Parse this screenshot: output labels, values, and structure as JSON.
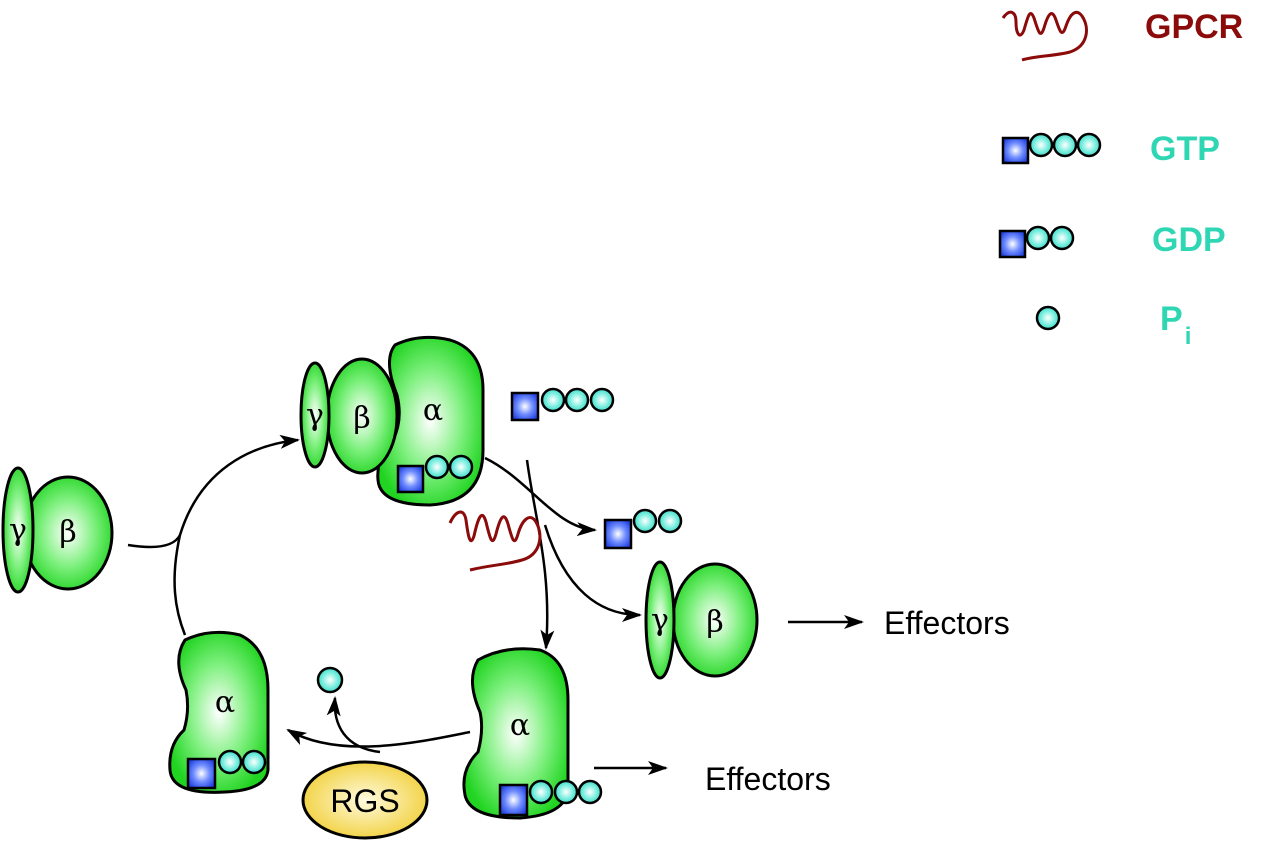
{
  "legend": {
    "gpcr": "GPCR",
    "gtp": "GTP",
    "gdp": "GDP",
    "pi_main": "P",
    "pi_sub": "i"
  },
  "subunits": {
    "alpha": "α",
    "beta": "β",
    "gamma": "γ"
  },
  "labels": {
    "effectors_beta_gamma": "Effectors",
    "effectors_alpha": "Effectors",
    "rgs": "RGS"
  },
  "colors": {
    "gpcr": "#8b0a0a",
    "nucleotide_text": "#2fd6b4",
    "protein": "#22d422",
    "rgs": "#f2d23a"
  }
}
